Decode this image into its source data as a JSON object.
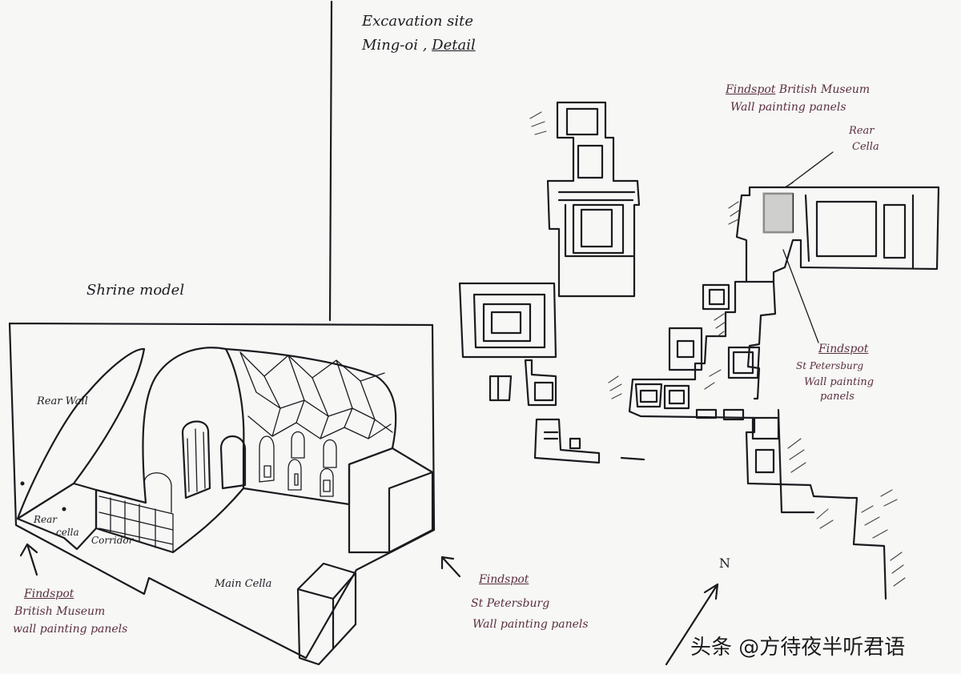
{
  "site": {
    "title_line1": "Excavation site",
    "title_line2_a": "Ming-oi ,",
    "title_line2_b": "Detail"
  },
  "shrine": {
    "title": "Shrine model",
    "rear_wall": "Rear Wall",
    "rear_cella_a": "Rear",
    "rear_cella_b": "cella",
    "corridor": "Corridor",
    "main_cella": "Main Cella",
    "findspot": "Findspot",
    "findspot_line2": "British Museum",
    "findspot_line3": "wall painting panels"
  },
  "map": {
    "bm_findspot": "Findspot",
    "bm_line1": "British Museum",
    "bm_line2": "Wall painting panels",
    "rear_cella_a": "Rear",
    "rear_cella_b": "Cella",
    "sp_findspot": "Findspot",
    "sp_line1": "St Petersburg",
    "sp_line2": "Wall painting",
    "sp_line3": "panels",
    "bottom_findspot": "Findspot",
    "bottom_line1": "St Petersburg",
    "bottom_line2": "Wall painting panels",
    "north": "N"
  },
  "watermark": "头条 @方待夜半听君语"
}
